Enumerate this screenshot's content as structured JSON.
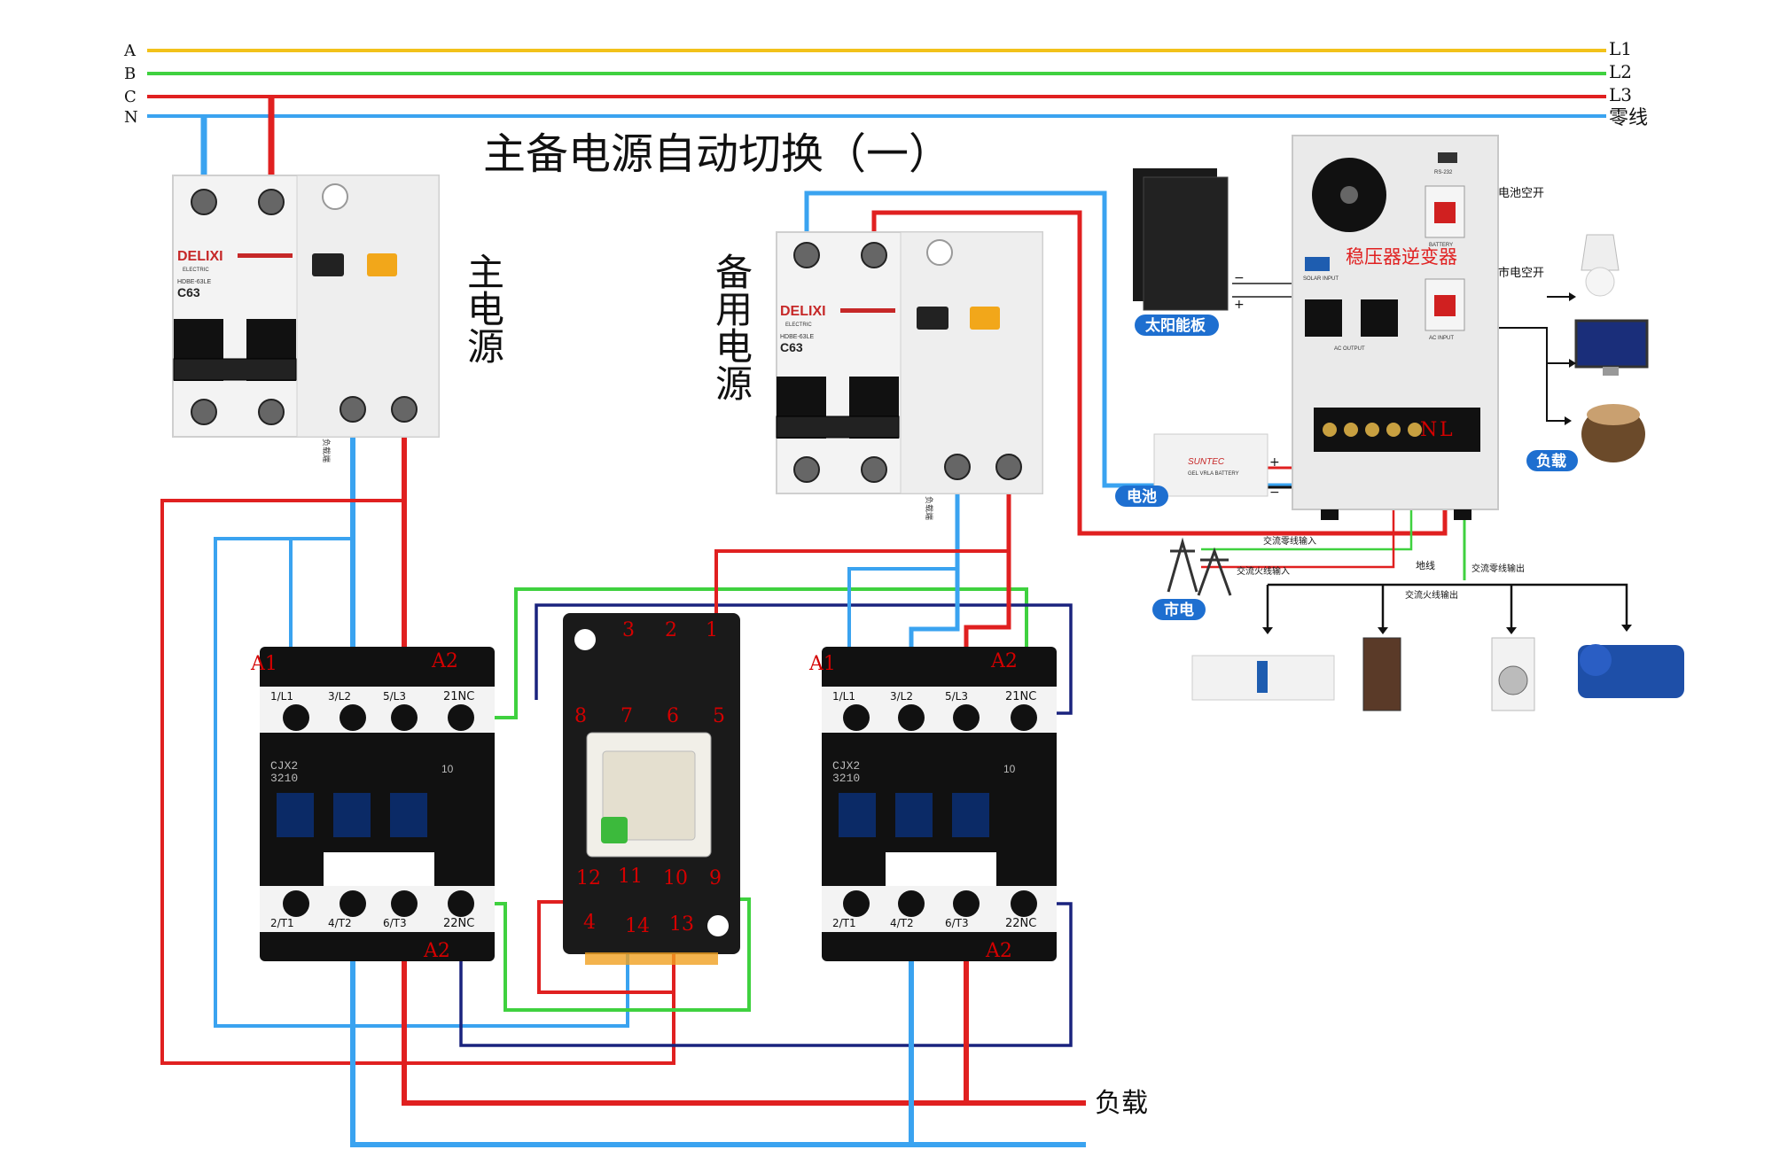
{
  "title": "主备电源自动切换（一）",
  "bus": {
    "left": [
      "A",
      "B",
      "C",
      "N"
    ],
    "right": [
      "L1",
      "L2",
      "L3",
      "零线"
    ],
    "colors": {
      "A": "#f2c21a",
      "B": "#3fd13f",
      "C": "#e02020",
      "N": "#3aa3f0"
    }
  },
  "main_source": {
    "label": "主电源",
    "brand": "DELIXI",
    "brand_sub": "ELECTRIC",
    "model": "HDBE-63LE",
    "rating": "C63",
    "bottom_text": "负载端"
  },
  "backup_source": {
    "label": "备用电源",
    "brand": "DELIXI",
    "brand_sub": "ELECTRIC",
    "model": "HDBE-63LE",
    "rating": "C63",
    "bottom_text": "负载端"
  },
  "contactor_left": {
    "model": "CJX2",
    "model2": "3210",
    "code": "10",
    "top_terms": [
      "1/L1",
      "3/L2",
      "5/L3",
      "21NC"
    ],
    "bottom_terms": [
      "2/T1",
      "4/T2",
      "6/T3",
      "22NC"
    ],
    "a1": "A1",
    "a2_top": "A2",
    "a2_bottom": "A2"
  },
  "contactor_right": {
    "model": "CJX2",
    "model2": "3210",
    "code": "10",
    "top_terms": [
      "1/L1",
      "3/L2",
      "5/L3",
      "21NC"
    ],
    "bottom_terms": [
      "2/T1",
      "4/T2",
      "6/T3",
      "22NC"
    ],
    "a1": "A1",
    "a2_top": "A2",
    "a2_bottom": "A2"
  },
  "relay": {
    "top_nums": [
      "3",
      "2",
      "1"
    ],
    "upper_nums": [
      "8",
      "7",
      "6",
      "5"
    ],
    "lower_nums": [
      "12",
      "11",
      "10",
      "9"
    ],
    "bottom_nums": [
      "4",
      "14",
      "13"
    ]
  },
  "load_label": "负载",
  "inverter": {
    "label": "稳压器逆变器",
    "breaker_battery": "电池空开",
    "breaker_grid": "市电空开",
    "terminal_n": "N",
    "terminal_l": "L",
    "solar_in": "SOLAR INPUT",
    "ac_output": "AC OUTPUT",
    "ac_input": "AC INPUT",
    "battery_sw": "BATTERY",
    "usb": "RS-232",
    "solar_minus": "−",
    "solar_plus": "+",
    "battery_plus": "+",
    "battery_minus": "−"
  },
  "badges": {
    "solar": "太阳能板",
    "battery": "电池",
    "grid": "市电",
    "load": "负载"
  },
  "battery_brand": "SUNTEC",
  "battery_model": "GEL VRLA BATTERY",
  "wire_labels": {
    "ac_neutral_in": "交流零线输入",
    "ac_live_in": "交流火线输入",
    "ground": "地线",
    "ac_neutral_out": "交流零线输出",
    "ac_live_out": "交流火线输出"
  }
}
